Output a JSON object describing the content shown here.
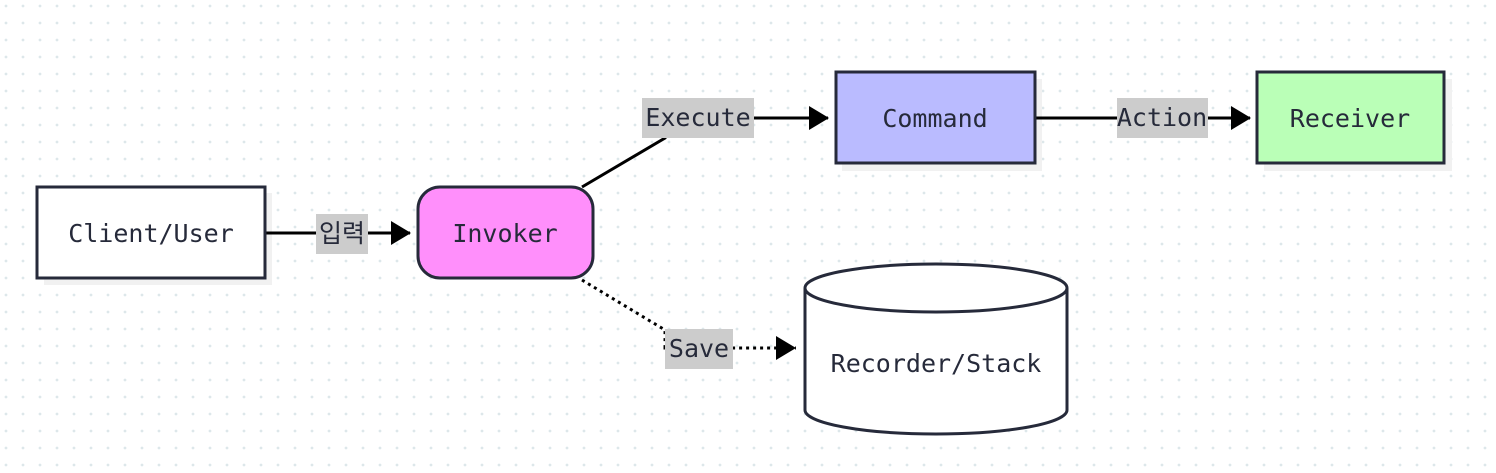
{
  "diagram": {
    "nodes": {
      "client": {
        "label": "Client/User",
        "fill": "#ffffff"
      },
      "invoker": {
        "label": "Invoker",
        "fill": "#ff8ffb"
      },
      "command": {
        "label": "Command",
        "fill": "#babbff"
      },
      "receiver": {
        "label": "Receiver",
        "fill": "#baffb7"
      },
      "recorder": {
        "label": "Recorder/Stack",
        "fill": "#ffffff"
      }
    },
    "edges": {
      "client_invoker": {
        "label": "입력",
        "style": "solid"
      },
      "invoker_command": {
        "label": "Execute",
        "style": "solid"
      },
      "command_receiver": {
        "label": "Action",
        "style": "solid"
      },
      "invoker_recorder": {
        "label": "Save",
        "style": "dotted"
      }
    },
    "colors": {
      "stroke": "#262a3a",
      "label_bg": "#cccccc",
      "grid_dot": "#dde7ea"
    }
  }
}
